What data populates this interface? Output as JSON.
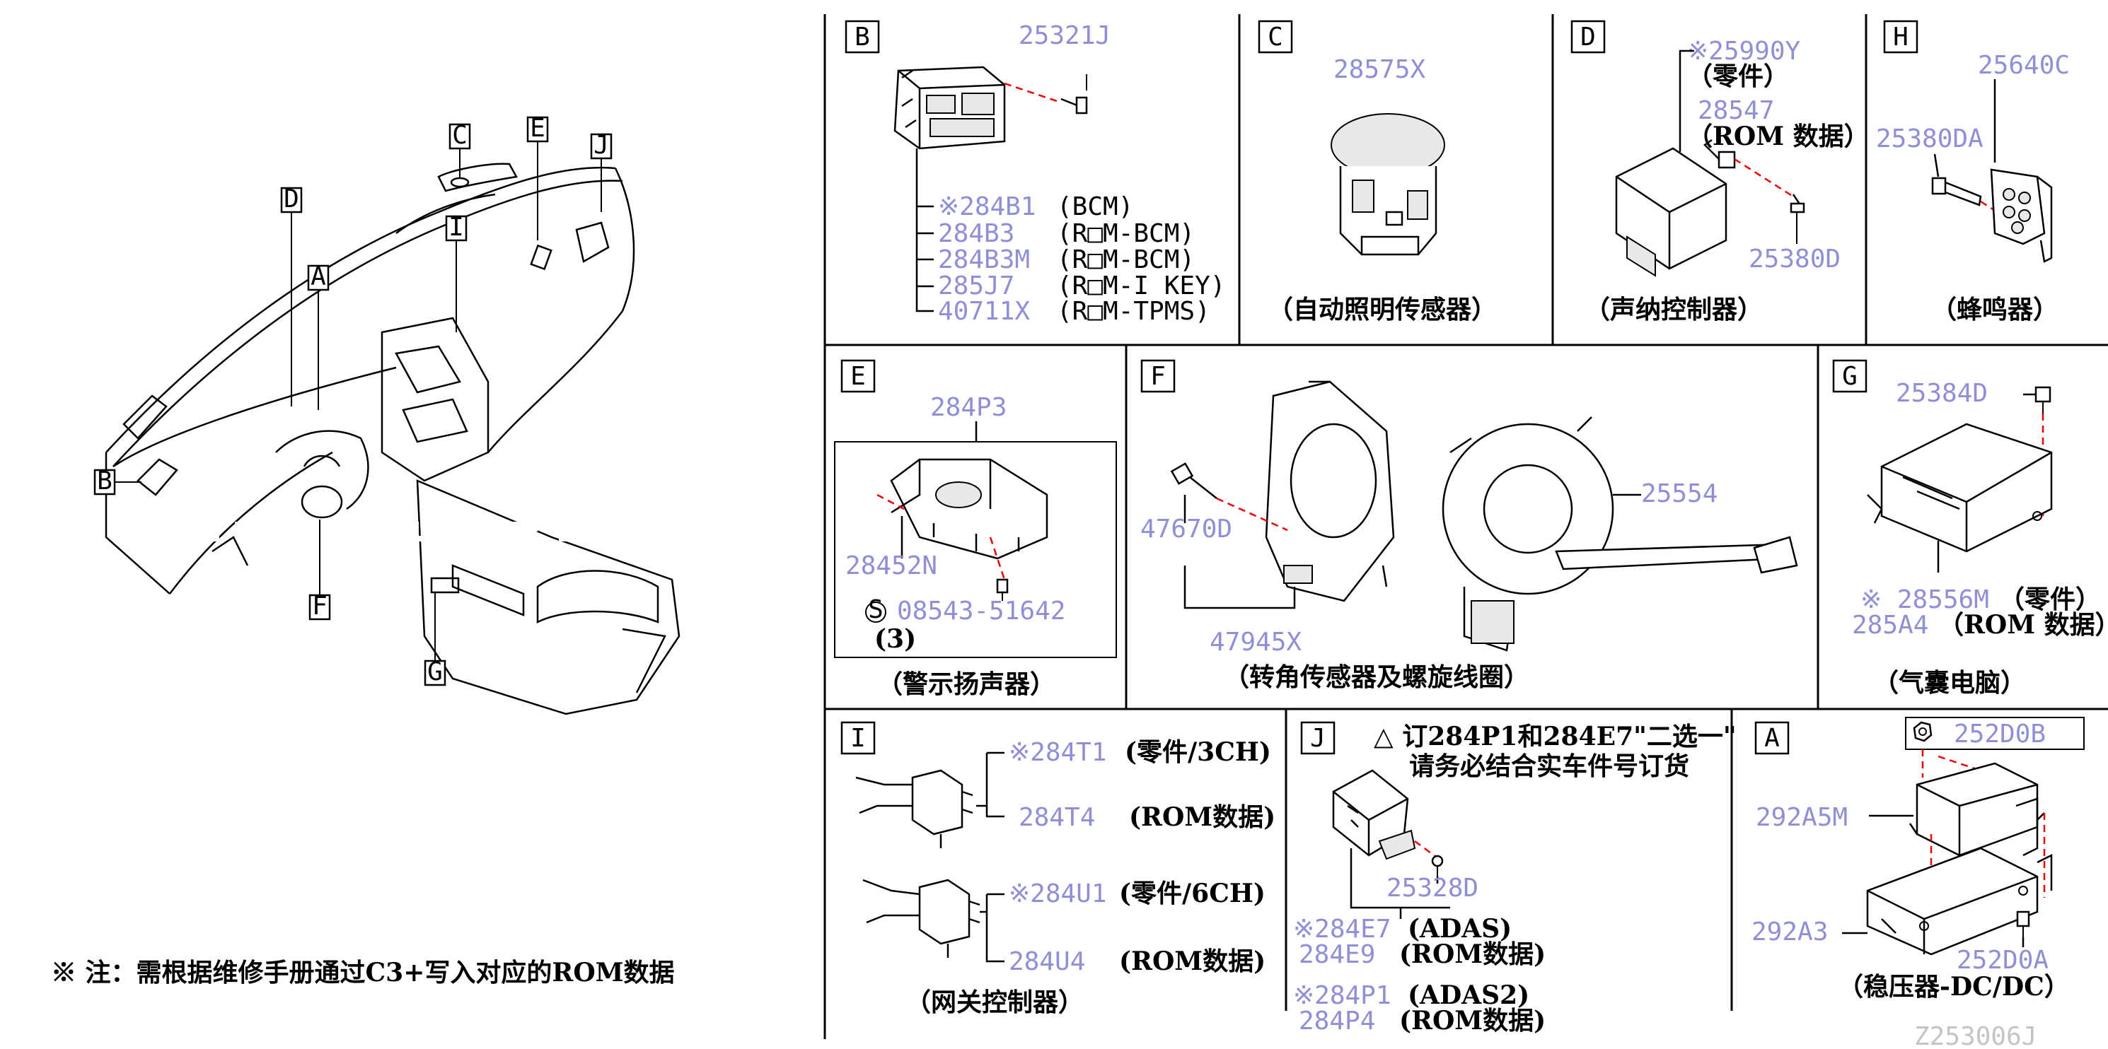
{
  "overview": {
    "labels": [
      "C",
      "E",
      "J",
      "D",
      "I",
      "A",
      "B",
      "F",
      "G"
    ],
    "note": "※ 注：需根据维修手册通过C3+写入对应的ROM数据"
  },
  "panels": {
    "B": {
      "letter": "B",
      "pn_top": "25321J",
      "rows": [
        {
          "pn": "※284B1",
          "desc": "(BCM)"
        },
        {
          "pn": "284B3",
          "desc": "(R□M-BCM)"
        },
        {
          "pn": "284B3M",
          "desc": "(R□M-BCM)"
        },
        {
          "pn": "285J7",
          "desc": "(R□M-I KEY)"
        },
        {
          "pn": "40711X",
          "desc": "(R□M-TPMS)"
        }
      ]
    },
    "C": {
      "letter": "C",
      "pn": "28575X",
      "caption": "（自动照明传感器）"
    },
    "D": {
      "letter": "D",
      "pn1": "※25990Y",
      "desc1": "（零件）",
      "pn2": "28547",
      "desc2": "（ROM 数据）",
      "pn3": "25380D",
      "caption": "（声纳控制器）"
    },
    "H": {
      "letter": "H",
      "pn1": "25640C",
      "pn2": "25380DA",
      "caption": "（蜂鸣器）"
    },
    "E": {
      "letter": "E",
      "pn1": "284P3",
      "pn2": "28452N",
      "pn3": "08543-51642",
      "qty": "(3)",
      "caption": "（警示扬声器）"
    },
    "F": {
      "letter": "F",
      "pn1": "25554",
      "pn2": "47945X",
      "pn3": "47670D",
      "caption": "（转角传感器及螺旋线圈）"
    },
    "G": {
      "letter": "G",
      "pn1": "25384D",
      "pn2": "※ 28556M",
      "desc2": "（零件）",
      "pn3": "285A4",
      "desc3": "（ROM 数据）",
      "caption": "（气囊电脑）"
    },
    "I": {
      "letter": "I",
      "pn1": "※284T1",
      "desc1": "(零件/3CH)",
      "pn2": "284T4",
      "desc2": "(ROM数据)",
      "pn3": "※284U1",
      "desc3": "(零件/6CH)",
      "pn4": "284U4",
      "desc4": "(ROM数据)",
      "caption": "（网关控制器）"
    },
    "J": {
      "letter": "J",
      "note1": "△ 订284P1和284E7\"二选一\"",
      "note2": "请务必结合实车件号订货",
      "pn1": "25328D",
      "pn2": "※284E7",
      "desc2": "(ADAS)",
      "pn3": "284E9",
      "desc3": "(ROM数据)",
      "pn4": "※284P1",
      "desc4": "(ADAS2)",
      "pn5": "284P4",
      "desc5": "(ROM数据)"
    },
    "A": {
      "letter": "A",
      "pn1": "252D0B",
      "pn2": "292A5M",
      "pn3": "292A3",
      "pn4": "252D0A",
      "caption": "（稳压器-DC/DC）"
    }
  },
  "diagram_id": "Z253006J"
}
